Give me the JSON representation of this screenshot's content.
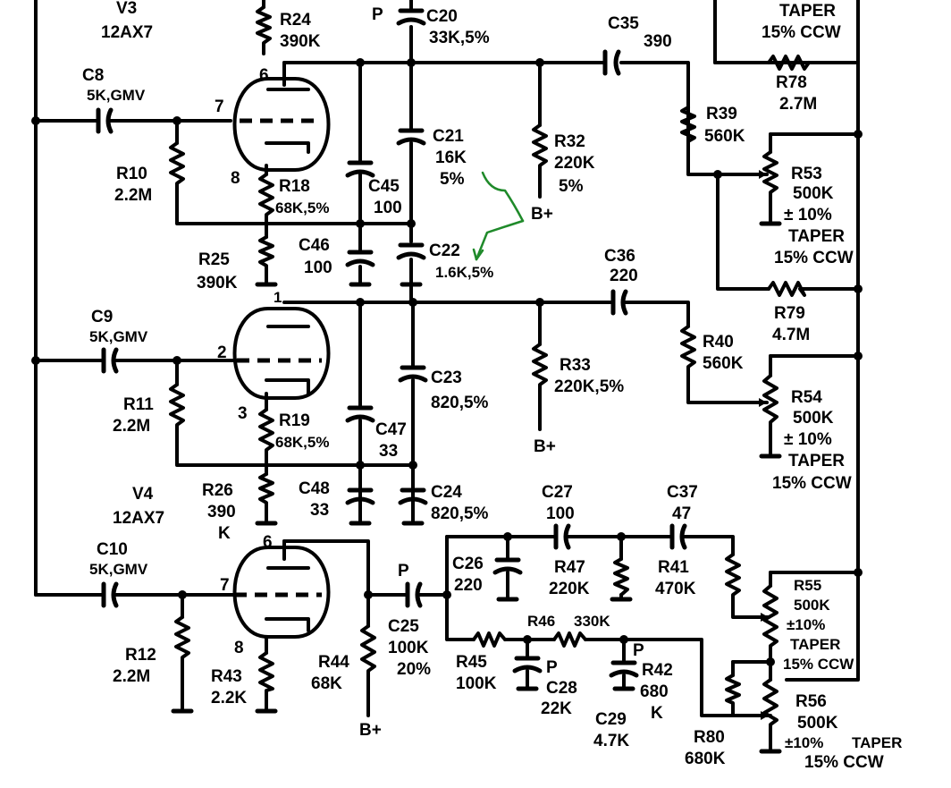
{
  "tubes": {
    "v3": {
      "name": "V3",
      "type": "12AX7"
    },
    "v4": {
      "name": "V4",
      "type": "12AX7"
    }
  },
  "pins": {
    "v3a_plate": "6",
    "v3a_grid": "7",
    "v3a_cath": "8",
    "v3b_plate": "1",
    "v3b_grid": "2",
    "v3b_cath": "3",
    "v4a_plate": "6",
    "v4a_grid": "7",
    "v4a_cath": "8"
  },
  "components": {
    "r24": {
      "name": "R24",
      "value": "390K"
    },
    "c20": {
      "name": "C20",
      "value": "33K,5%"
    },
    "c35": {
      "name": "C35",
      "value": "390"
    },
    "taper_top": {
      "line1": "TAPER",
      "line2": "15% CCW"
    },
    "r78": {
      "name": "R78",
      "value": "2.7M"
    },
    "c8": {
      "name": "C8",
      "value": "5K,GMV"
    },
    "r10": {
      "name": "R10",
      "value": "2.2M"
    },
    "r18": {
      "name": "R18",
      "value": "68K,5%"
    },
    "c45": {
      "name": "C45",
      "value": "100"
    },
    "c21": {
      "name": "C21",
      "value": "16K",
      "tol": "5%"
    },
    "r32": {
      "name": "R32",
      "value": "220K",
      "tol": "5%"
    },
    "r39": {
      "name": "R39",
      "value": "560K"
    },
    "r53": {
      "name": "R53",
      "value": "500K",
      "tol": "± 10%",
      "taper": "TAPER",
      "ccw": "15% CCW"
    },
    "r25": {
      "name": "R25",
      "value": "390K"
    },
    "c46": {
      "name": "C46",
      "value": "100"
    },
    "c22": {
      "name": "C22",
      "value": "1.6K,5%"
    },
    "c36": {
      "name": "C36",
      "value": "220"
    },
    "r79": {
      "name": "R79",
      "value": "4.7M"
    },
    "c9": {
      "name": "C9",
      "value": "5K,GMV"
    },
    "r40": {
      "name": "R40",
      "value": "560K"
    },
    "r33": {
      "name": "R33",
      "value": "220K,5%"
    },
    "c23": {
      "name": "C23",
      "value": "820,5%"
    },
    "r11": {
      "name": "R11",
      "value": "2.2M"
    },
    "r19": {
      "name": "R19",
      "value": "68K,5%"
    },
    "c47": {
      "name": "C47",
      "value": "33"
    },
    "r54": {
      "name": "R54",
      "value": "500K",
      "tol": "± 10%",
      "taper": "TAPER",
      "ccw": "15% CCW"
    },
    "r26": {
      "name": "R26",
      "value": "390",
      "unit": "K"
    },
    "c48": {
      "name": "C48",
      "value": "33"
    },
    "c24": {
      "name": "C24",
      "value": "820,5%"
    },
    "c27": {
      "name": "C27",
      "value": "100"
    },
    "c37": {
      "name": "C37",
      "value": "47"
    },
    "c10": {
      "name": "C10",
      "value": "5K,GMV"
    },
    "c26": {
      "name": "C26",
      "value": "220"
    },
    "r47": {
      "name": "R47",
      "value": "220K"
    },
    "r41": {
      "name": "R41",
      "value": "470K"
    },
    "r55": {
      "name": "R55",
      "value": "500K",
      "tol": "±10%",
      "taper": "TAPER",
      "ccw": "15% CCW"
    },
    "r12": {
      "name": "R12",
      "value": "2.2M"
    },
    "c25": {
      "name": "C25",
      "value": "100K",
      "tol": "20%"
    },
    "r46": {
      "name": "R46",
      "value": "330K"
    },
    "r44": {
      "name": "R44",
      "value": "68K"
    },
    "r45": {
      "name": "R45",
      "value": "100K"
    },
    "r43": {
      "name": "R43",
      "value": "2.2K"
    },
    "c28": {
      "name": "C28",
      "value": "22K"
    },
    "c29": {
      "name": "C29",
      "value": "4.7K"
    },
    "r42": {
      "name": "R42",
      "value": "680",
      "unit": "K"
    },
    "r80": {
      "name": "R80",
      "value": "680K"
    },
    "r56": {
      "name": "R56",
      "value": "500K",
      "tol": "±10%",
      "taper": "TAPER",
      "ccw": "15% CCW"
    }
  },
  "markers": {
    "p": "P",
    "bplus": "B+"
  },
  "colors": {
    "ink": "#000000",
    "annotation": "#1f8a2a",
    "background": "#ffffff"
  }
}
